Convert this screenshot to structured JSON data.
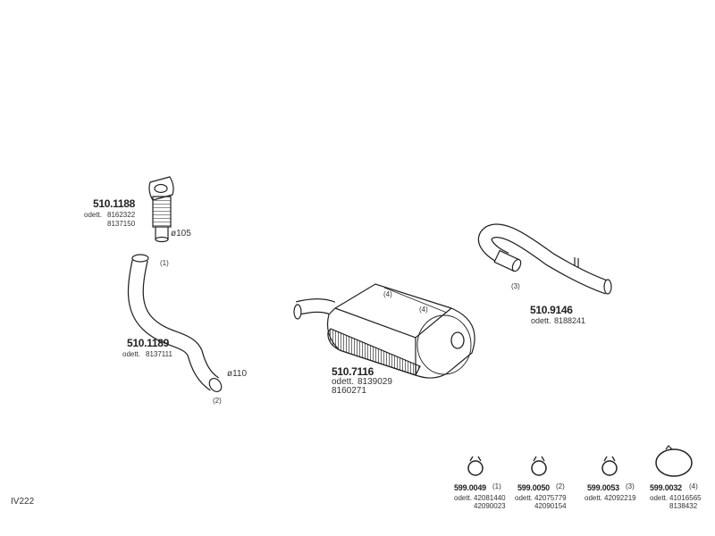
{
  "parts": {
    "flex_pipe": {
      "code": "510.1188",
      "ref_prefix": "odett.",
      "refs": [
        "8162322",
        "8137150"
      ],
      "diameter": "ø105"
    },
    "front_pipe": {
      "code": "510.1189",
      "ref_prefix": "odett.",
      "refs": [
        "8137111"
      ],
      "diameter": "ø110",
      "mark_top": "(1)",
      "mark_bottom": "(2)"
    },
    "muffler": {
      "code": "510.7116",
      "ref_prefix": "odett.",
      "refs": [
        "8139029",
        "8160271"
      ],
      "mark_a": "(4)",
      "mark_b": "(4)"
    },
    "tail_pipe": {
      "code": "510.9146",
      "ref_prefix": "odett.",
      "refs": [
        "8188241"
      ],
      "mark": "(3)"
    }
  },
  "clamps": [
    {
      "code": "599.0049",
      "mark": "(1)",
      "ref_prefix": "odett.",
      "refs": [
        "42081440",
        "42090023"
      ]
    },
    {
      "code": "599.0050",
      "mark": "(2)",
      "ref_prefix": "odett.",
      "refs": [
        "42075779",
        "42090154"
      ]
    },
    {
      "code": "599.0053",
      "mark": "(3)",
      "ref_prefix": "odett.",
      "refs": [
        "42092219"
      ]
    },
    {
      "code": "599.0032",
      "mark": "(4)",
      "ref_prefix": "odett.",
      "refs": [
        "41016565",
        "8138432"
      ]
    }
  ],
  "diagram_id": "IV222",
  "colors": {
    "line": "#222222",
    "shade": "#555555"
  }
}
